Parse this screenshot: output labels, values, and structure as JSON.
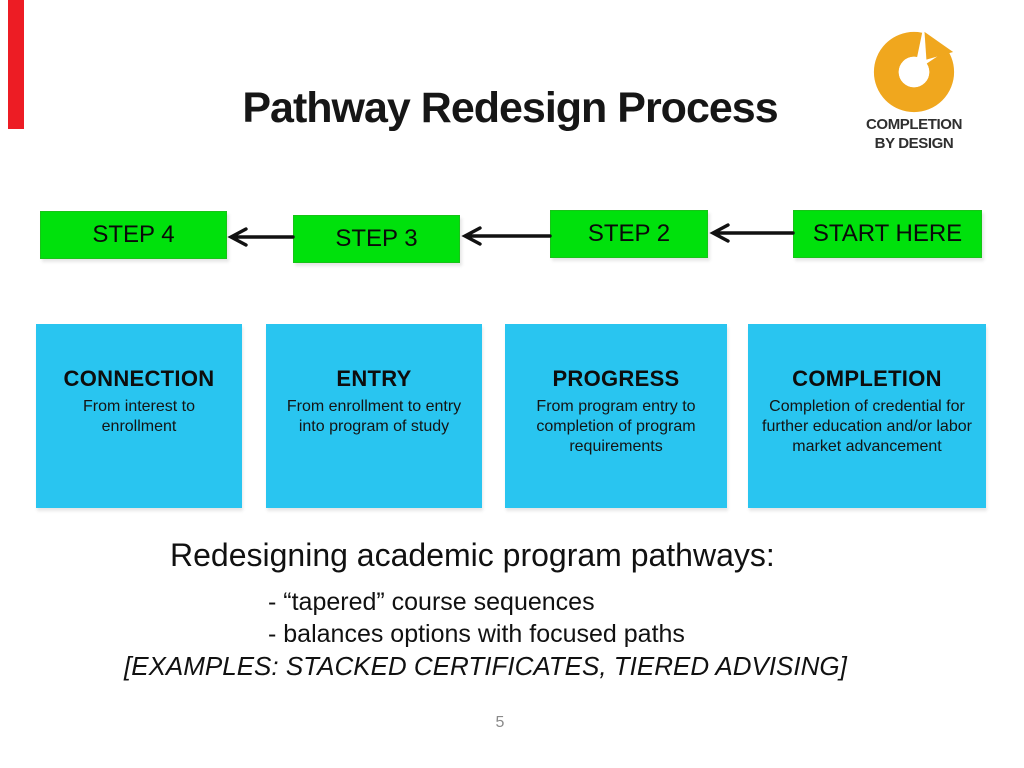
{
  "slide": {
    "title": "Pathway Redesign Process",
    "page_number": "5"
  },
  "logo": {
    "line1": "COMPLETION",
    "line2": "BY DESIGN"
  },
  "steps": [
    {
      "label": "STEP 4"
    },
    {
      "label": "STEP 3"
    },
    {
      "label": "STEP 2"
    },
    {
      "label": "START HERE"
    }
  ],
  "phases": [
    {
      "title": "CONNECTION",
      "description": "From interest to enrollment"
    },
    {
      "title": "ENTRY",
      "description": "From enrollment to entry into program of study"
    },
    {
      "title": "PROGRESS",
      "description": "From program entry to completion of program requirements"
    },
    {
      "title": "COMPLETION",
      "description": "Completion of credential for further education and/or labor market advancement"
    }
  ],
  "notes": {
    "heading": "Redesigning academic program pathways:",
    "bullets": [
      "- “tapered” course sequences",
      "- balances options with focused paths"
    ],
    "examples": "[EXAMPLES: STACKED CERTIFICATES, TIERED ADVISING]"
  },
  "colors": {
    "accent_bar_red": "#ed1c24",
    "step_green": "#00e10c",
    "phase_cyan": "#29c5f0",
    "logo_orange": "#f0a71e"
  }
}
